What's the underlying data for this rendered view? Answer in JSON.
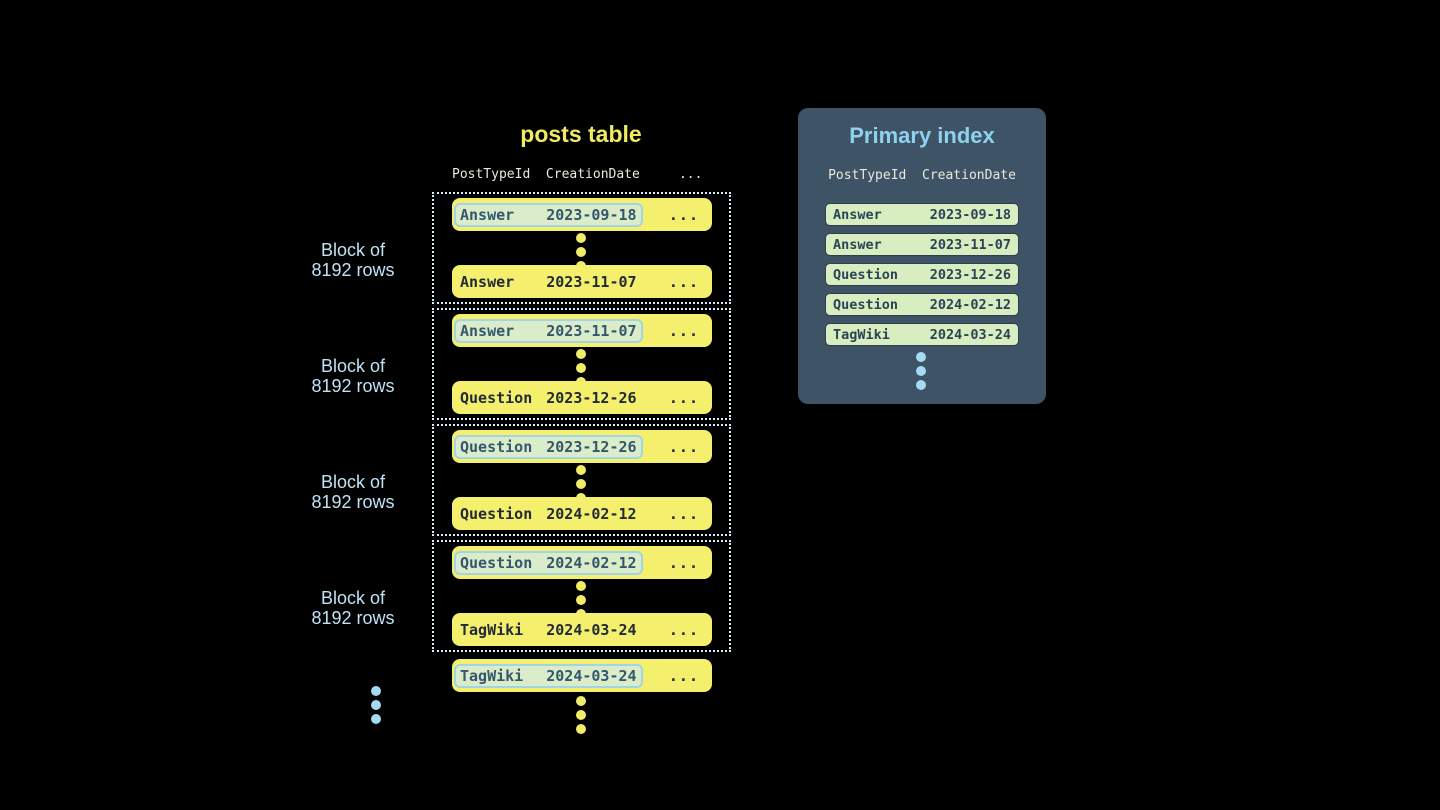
{
  "posts_table": {
    "title": "posts table",
    "header": "PostTypeId  CreationDate     ...",
    "row_ellipsis": "...",
    "blocks": [
      {
        "label": [
          "Block of",
          "8192 rows"
        ],
        "first": {
          "type": "Answer",
          "date": "2023-09-18"
        },
        "last": {
          "type": "Answer",
          "date": "2023-11-07"
        }
      },
      {
        "label": [
          "Block of",
          "8192 rows"
        ],
        "first": {
          "type": "Answer",
          "date": "2023-11-07"
        },
        "last": {
          "type": "Question",
          "date": "2023-12-26"
        }
      },
      {
        "label": [
          "Block of",
          "8192 rows"
        ],
        "first": {
          "type": "Question",
          "date": "2023-12-26"
        },
        "last": {
          "type": "Question",
          "date": "2024-02-12"
        }
      },
      {
        "label": [
          "Block of",
          "8192 rows"
        ],
        "first": {
          "type": "Question",
          "date": "2024-02-12"
        },
        "last": {
          "type": "TagWiki",
          "date": "2024-03-24"
        }
      }
    ],
    "overflow_row": {
      "type": "TagWiki",
      "date": "2024-03-24"
    }
  },
  "primary_index": {
    "title": "Primary index",
    "header": "PostTypeId  CreationDate",
    "rows": [
      {
        "type": "Answer",
        "date": "2023-09-18"
      },
      {
        "type": "Answer",
        "date": "2023-11-07"
      },
      {
        "type": "Question",
        "date": "2023-12-26"
      },
      {
        "type": "Question",
        "date": "2024-02-12"
      },
      {
        "type": "TagWiki",
        "date": "2024-03-24"
      }
    ]
  },
  "colors": {
    "background": "#000000",
    "row_yellow": "#f4ef6d",
    "accent_yellow": "#f1eb62",
    "highlight_green": "#dbeccb",
    "highlight_border": "#a0d5e7",
    "highlight_text": "#33576d",
    "row_text": "#222b33",
    "panel_background": "#3e5366",
    "panel_title_blue": "#8ed2ee",
    "label_blue": "#bfe2f4",
    "index_row_green": "#d8eec0",
    "index_row_border": "#2c3e50",
    "header_text": "#ece8db",
    "dot_blue": "#a5daf2",
    "dashed_border": "#d6edf7"
  }
}
